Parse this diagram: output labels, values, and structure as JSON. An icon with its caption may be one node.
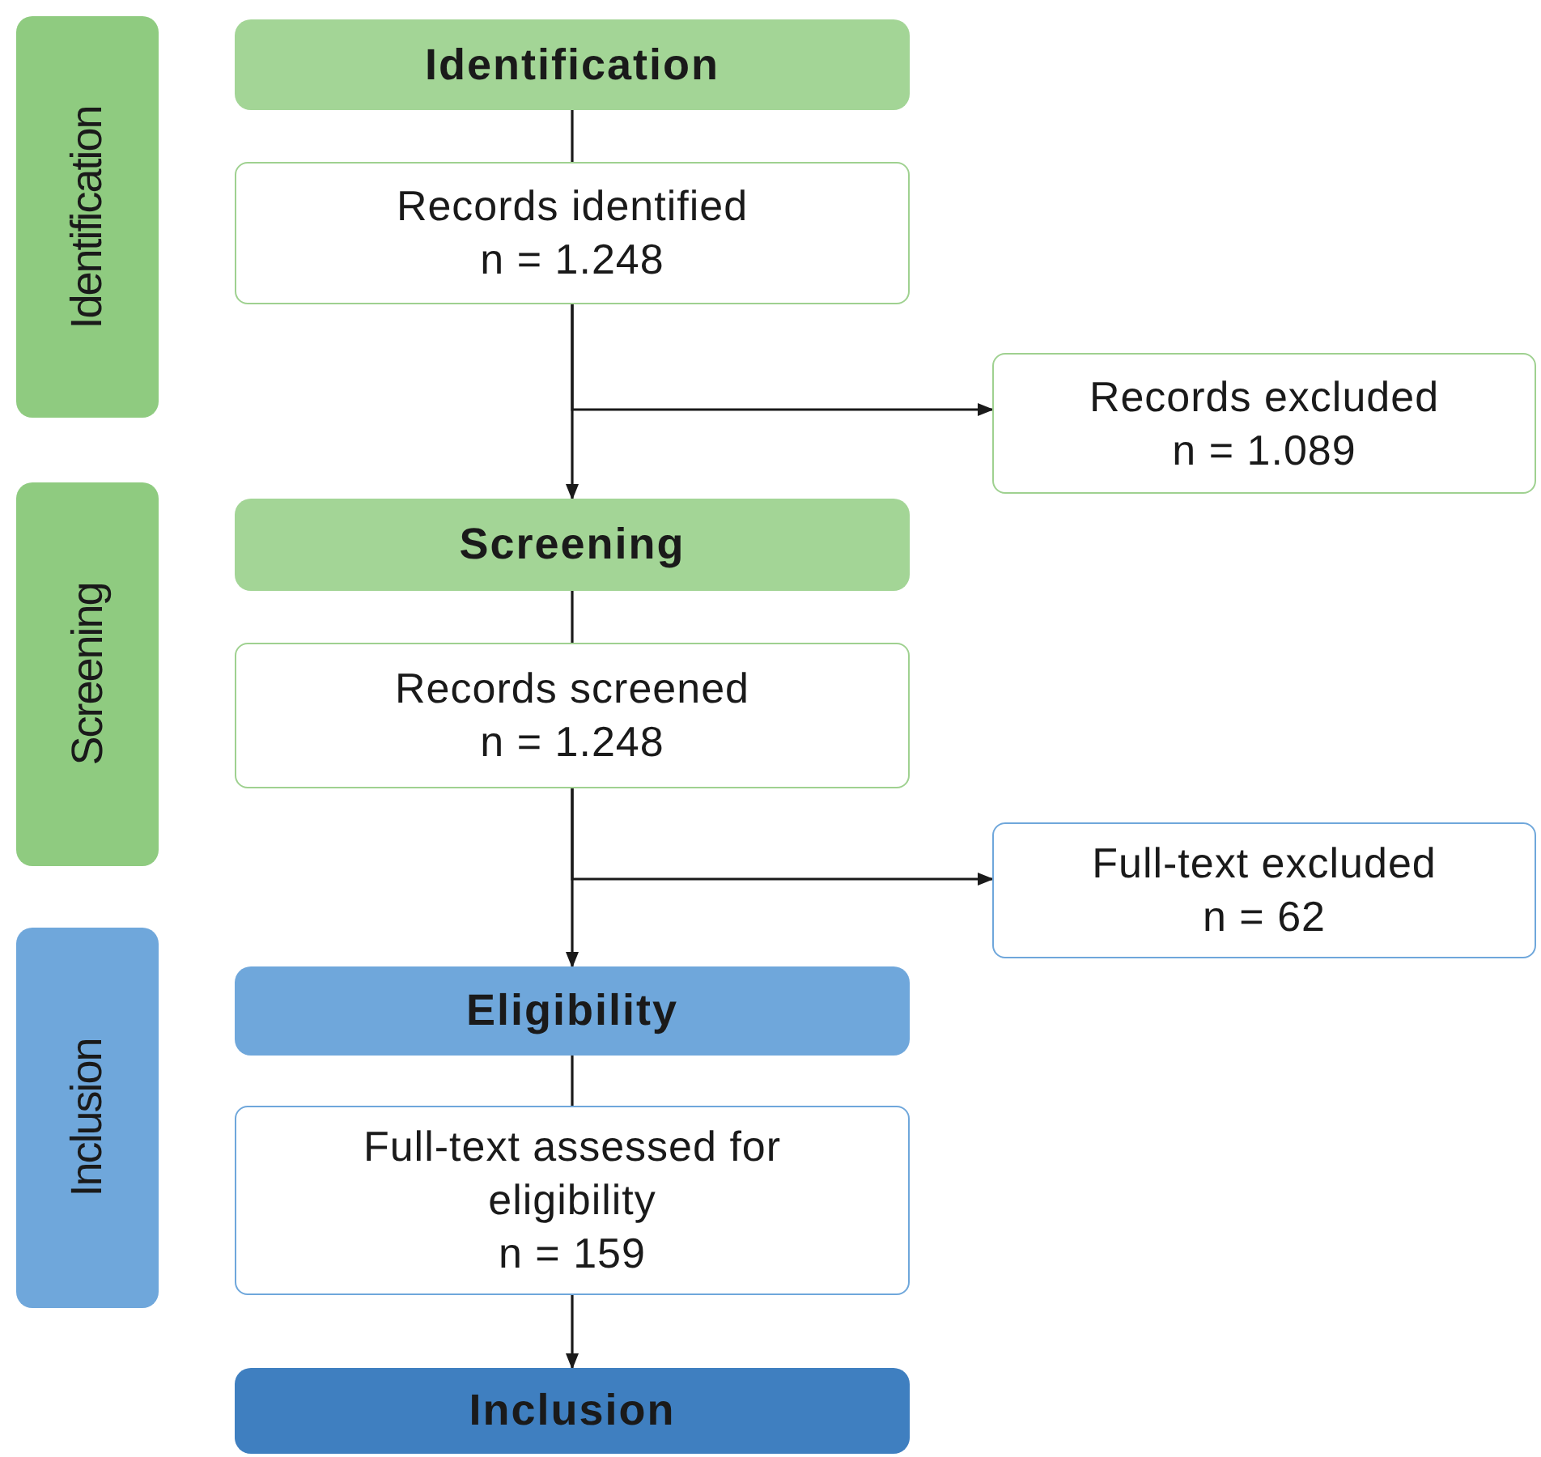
{
  "diagram": {
    "nodes": [
      {
        "text": [
          "Identification"
        ]
      },
      {
        "text": [
          "Screening"
        ]
      },
      {
        "text": [
          "Inclusion"
        ]
      },
      {
        "text": [
          "Identification"
        ]
      },
      {
        "text": [
          "Records identified",
          "n = 1.248"
        ]
      },
      {
        "text": [
          "Records excluded",
          "n = 1.089"
        ]
      },
      {
        "text": [
          "Screening"
        ]
      },
      {
        "text": [
          "Records screened",
          "n = 1.248"
        ]
      },
      {
        "text": [
          "Full-text excluded",
          "n = 62"
        ]
      },
      {
        "text": [
          "Eligibility"
        ]
      },
      {
        "text": [
          "Full-text assessed for eligibility",
          "n = 159"
        ]
      },
      {
        "text": [
          "Inclusion"
        ]
      }
    ],
    "edges": [
      {
        "from": 3,
        "to": 4,
        "arrow": "none"
      },
      {
        "from": 4,
        "to": 6,
        "arrow": "to"
      },
      {
        "from": 4,
        "to": 5,
        "arrow": "to"
      },
      {
        "from": 6,
        "to": 7,
        "arrow": "none"
      },
      {
        "from": 7,
        "to": 9,
        "arrow": "to"
      },
      {
        "from": 7,
        "to": 8,
        "arrow": "to"
      },
      {
        "from": 9,
        "to": 10,
        "arrow": "none"
      },
      {
        "from": 10,
        "to": 11,
        "arrow": "to"
      }
    ]
  }
}
